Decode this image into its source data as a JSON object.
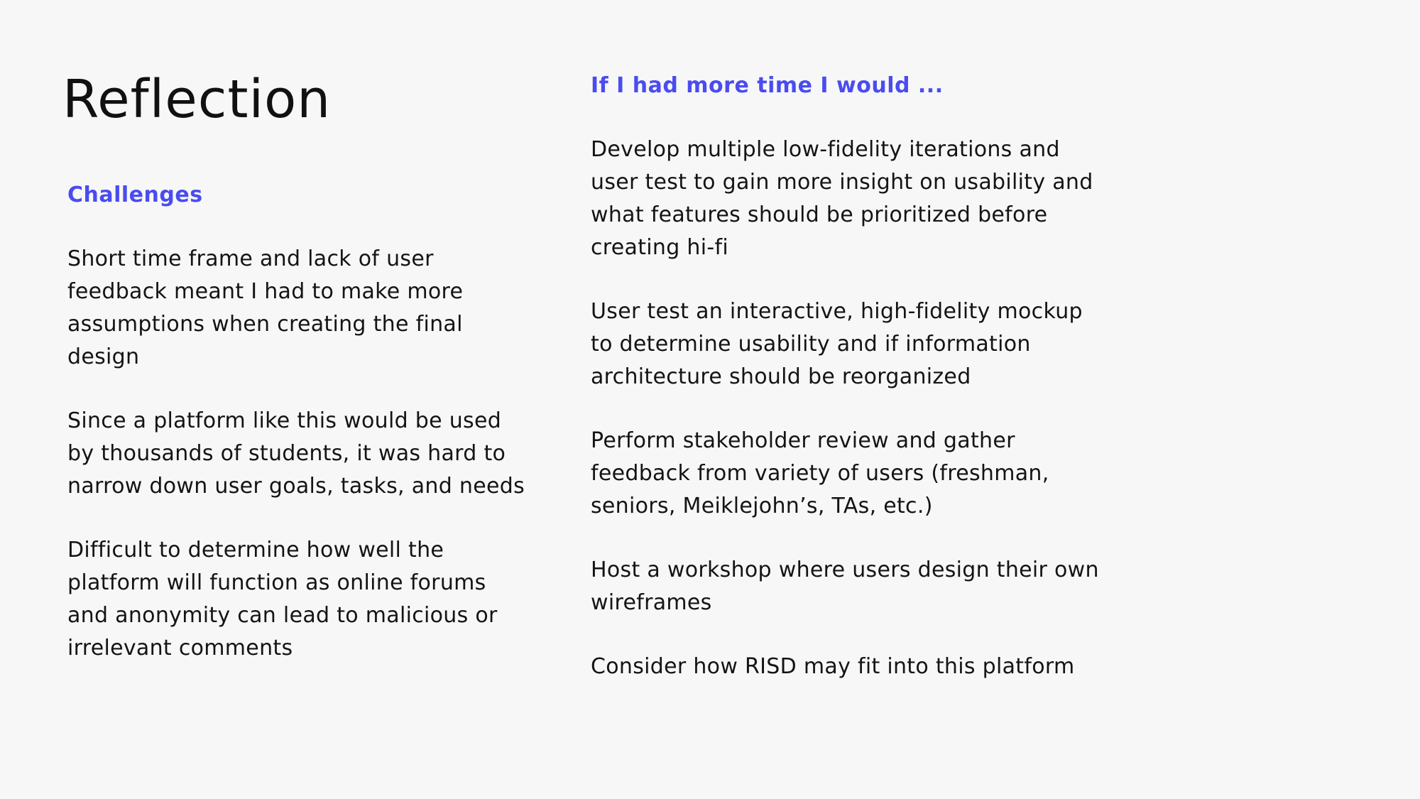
{
  "title": "Reflection",
  "colors": {
    "accent": "#4a4cf0",
    "text": "#141414",
    "background": "#f7f7f7"
  },
  "challenges": {
    "heading": "Challenges",
    "items": [
      "Short time frame and lack of user feedback meant I had to make more assumptions when creating the final design",
      "Since a platform like this would be used by thousands of students, it was hard to narrow down user goals, tasks, and needs",
      "Difficult to determine how well the platform will function as online forums and anonymity can lead to malicious or irrelevant comments"
    ]
  },
  "more_time": {
    "heading": "If I had more time I would ...",
    "items": [
      "Develop multiple low-fidelity iterations and user test to gain more insight on usability and what features should be prioritized before creating hi-fi",
      "User test an interactive, high-fidelity mockup to determine usability and if information architecture should be reorganized",
      "Perform stakeholder review and gather feedback from variety of users (freshman, seniors, Meiklejohn’s, TAs, etc.)",
      "Host a workshop where users design their own wireframes",
      "Consider how RISD may fit into this platform"
    ]
  }
}
